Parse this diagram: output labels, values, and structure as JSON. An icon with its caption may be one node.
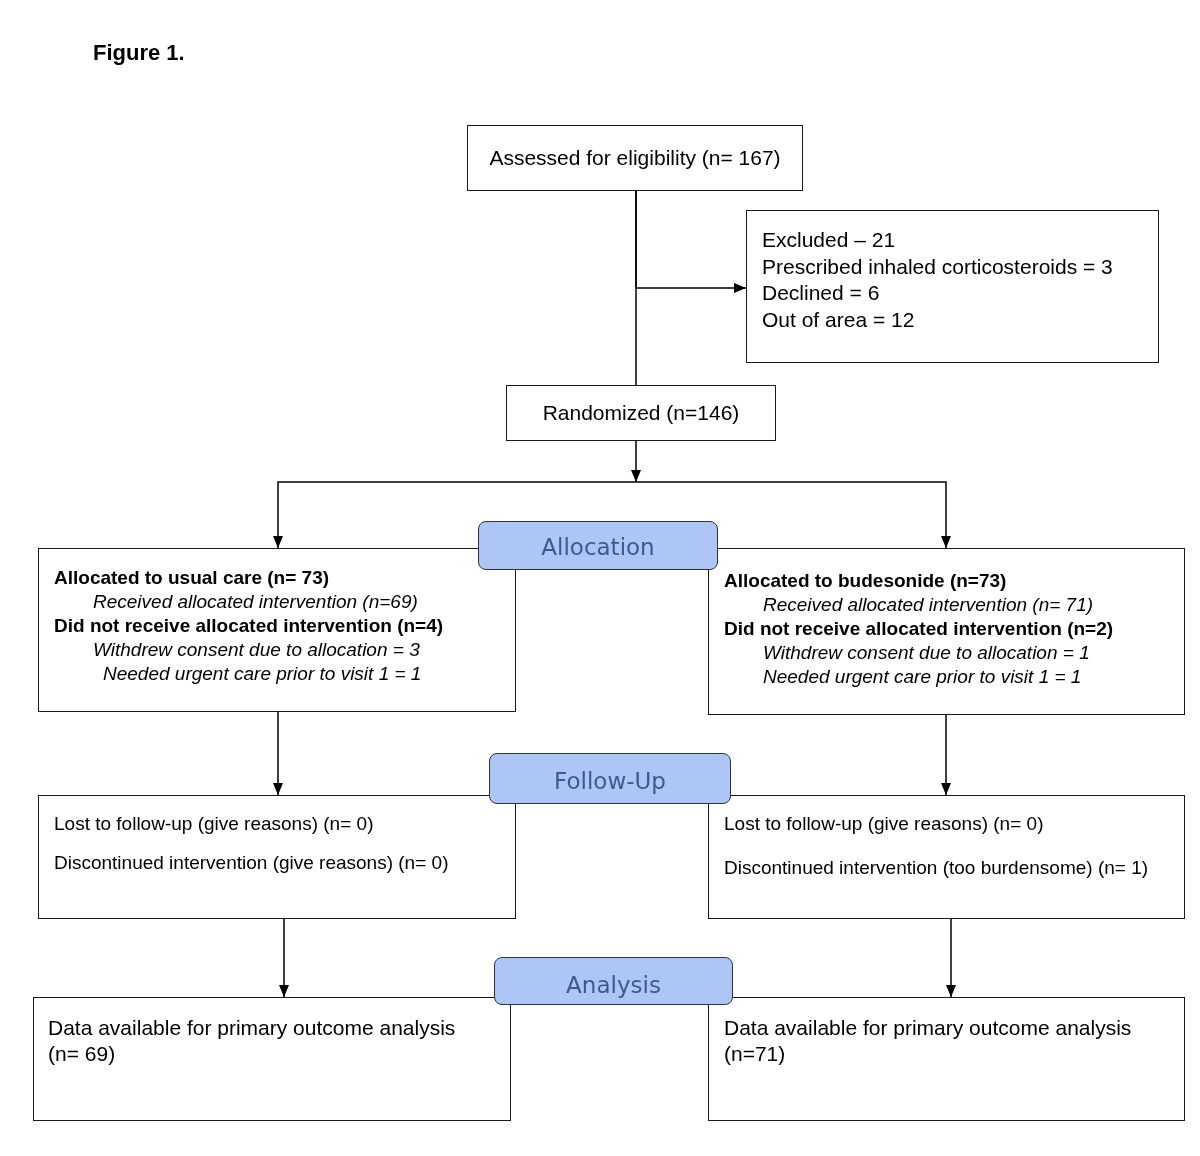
{
  "diagram": {
    "title": "Figure 1.",
    "nodes": [
      {
        "text": [
          "Assessed for eligibility (n= 167)"
        ]
      },
      {
        "text": [
          "Excluded – 21",
          "Prescribed inhaled corticosteroids = 3",
          "Declined = 6",
          "Out of area = 12"
        ]
      },
      {
        "text": [
          "Randomized (n=146)"
        ]
      },
      {
        "text": [
          "Allocation"
        ]
      },
      {
        "text": [
          "Allocated to usual care (n= 73)",
          "Received allocated intervention (n=69)",
          "Did not receive allocated intervention (n=4)",
          "Withdrew consent due to allocation = 3",
          "Needed urgent care prior to visit 1 = 1"
        ]
      },
      {
        "text": [
          "Allocated to budesonide (n=73)",
          "Received allocated intervention (n= 71)",
          "Did not receive allocated intervention (n=2)",
          "Withdrew consent due to allocation = 1",
          "Needed urgent care prior to visit 1 = 1"
        ]
      },
      {
        "text": [
          "Follow-Up"
        ]
      },
      {
        "text": [
          "Lost to follow-up (give reasons) (n= 0)",
          "Discontinued intervention (give reasons) (n= 0)"
        ]
      },
      {
        "text": [
          "Lost to follow-up (give reasons) (n= 0)",
          "Discontinued intervention (too burdensome) (n= 1)"
        ]
      },
      {
        "text": [
          "Analysis"
        ]
      },
      {
        "text": [
          "Data available for primary outcome analysis (n= 69)"
        ]
      },
      {
        "text": [
          "Data available for primary outcome analysis (n=71)"
        ]
      }
    ],
    "edges": [
      {
        "from": 0,
        "to": 2,
        "arrow": "none"
      },
      {
        "from": 0,
        "to": 1,
        "arrow": "to"
      },
      {
        "from": 2,
        "to": 4,
        "arrow": "to"
      },
      {
        "from": 2,
        "to": 5,
        "arrow": "to"
      },
      {
        "from": 4,
        "to": 7,
        "arrow": "to"
      },
      {
        "from": 5,
        "to": 8,
        "arrow": "to"
      },
      {
        "from": 7,
        "to": 10,
        "arrow": "to"
      },
      {
        "from": 8,
        "to": 11,
        "arrow": "to"
      }
    ]
  }
}
